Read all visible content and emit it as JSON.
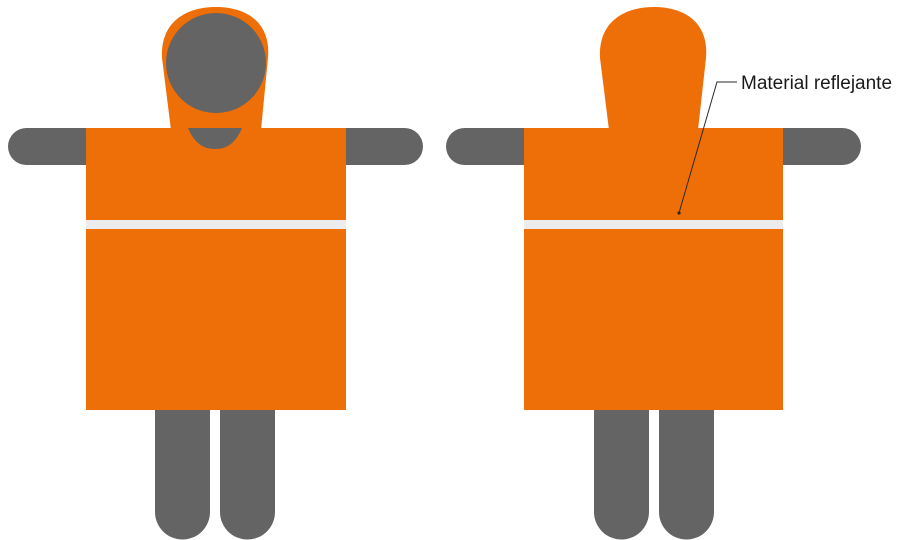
{
  "callout": {
    "label": "Material reflejante"
  },
  "colors": {
    "garment": "#ee6e08",
    "body": "#646464",
    "reflective_strip": "#ececec",
    "leader_line": "#2a2a2a",
    "background": "#ffffff"
  },
  "figures": [
    {
      "view": "front",
      "hood": "head-visible"
    },
    {
      "view": "back",
      "hood": "closed"
    }
  ]
}
